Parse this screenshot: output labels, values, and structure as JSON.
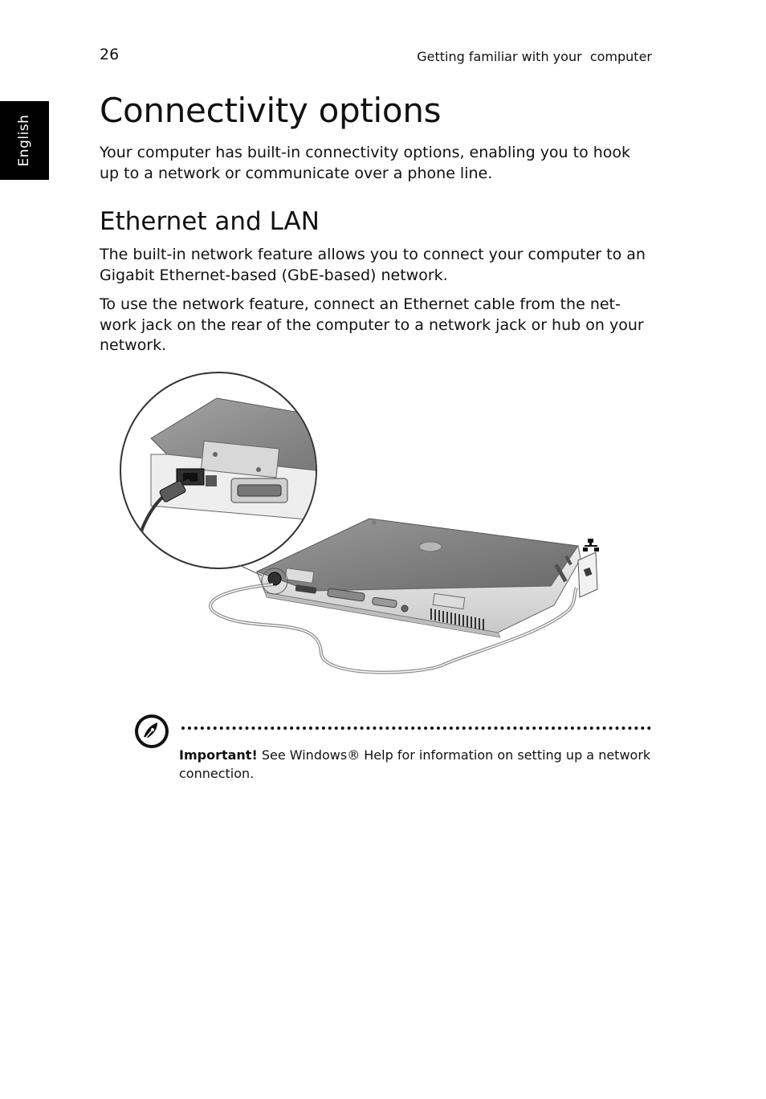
{
  "header": {
    "page_number": "26",
    "running_title": "Getting familiar with your  computer"
  },
  "side_tab": {
    "label": "English"
  },
  "page": {
    "title": "Connectivity options",
    "intro": "Your computer has built-in connectivity options, enabling you to hook up to a network or communicate over a phone line."
  },
  "section": {
    "heading": "Ethernet and LAN",
    "paragraphs": [
      "The built-in network feature allows you to connect your computer to an Gigabit Ethernet-based (GbE-based) network.",
      "To use the network feature, connect an Ethernet cable from the net-work jack on the rear of the computer to a network jack or hub on your network."
    ]
  },
  "figure": {
    "icons": [
      "laptop-illustration",
      "network-port-icon",
      "wall-jack-icon"
    ]
  },
  "note": {
    "label": "Important!",
    "text": " See Windows® Help for information on setting up a network connection.",
    "icon": "pen-nib-icon"
  }
}
